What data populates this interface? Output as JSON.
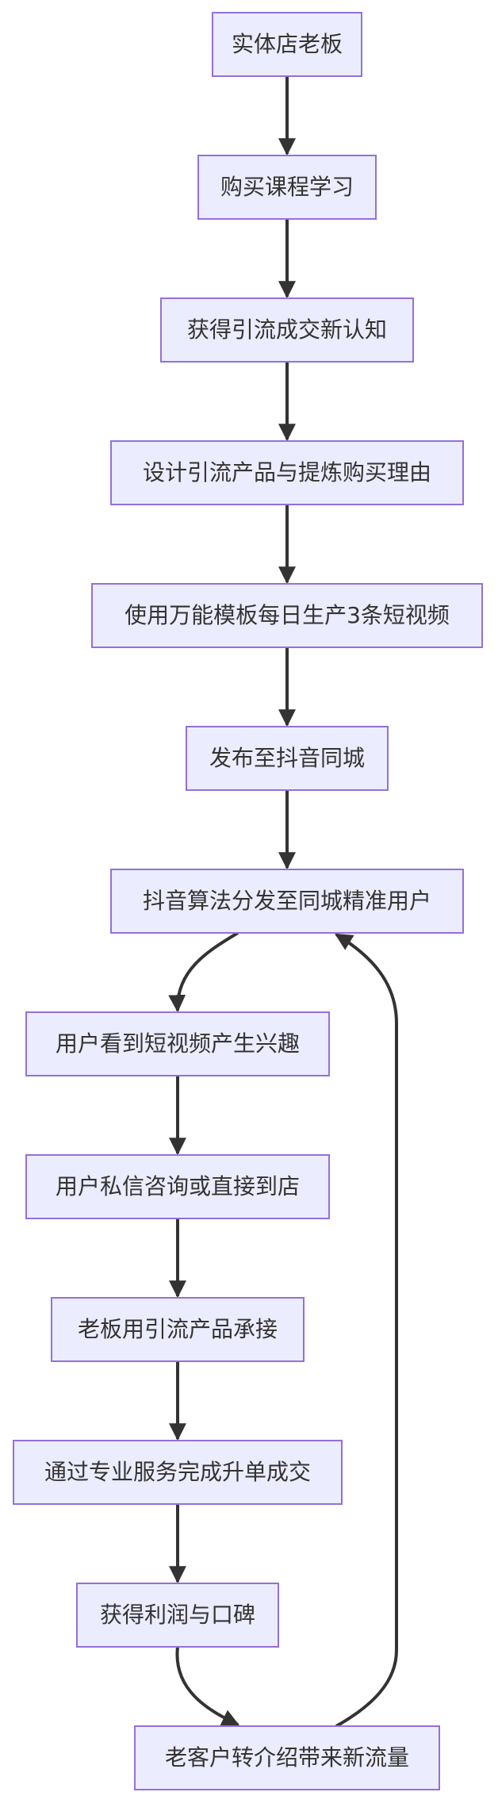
{
  "diagram": {
    "type": "flowchart",
    "nodes": [
      {
        "id": "n1",
        "label": "实体店老板"
      },
      {
        "id": "n2",
        "label": "购买课程学习"
      },
      {
        "id": "n3",
        "label": "获得引流成交新认知"
      },
      {
        "id": "n4",
        "label": "设计引流产品与提炼购买理由"
      },
      {
        "id": "n5",
        "label": "使用万能模板每日生产3条短视频"
      },
      {
        "id": "n6",
        "label": "发布至抖音同城"
      },
      {
        "id": "n7",
        "label": "抖音算法分发至同城精准用户"
      },
      {
        "id": "n8",
        "label": "用户看到短视频产生兴趣"
      },
      {
        "id": "n9",
        "label": "用户私信咨询或直接到店"
      },
      {
        "id": "n10",
        "label": "老板用引流产品承接"
      },
      {
        "id": "n11",
        "label": "通过专业服务完成升单成交"
      },
      {
        "id": "n12",
        "label": "获得利润与口碑"
      },
      {
        "id": "n13",
        "label": "老客户转介绍带来新流量"
      }
    ],
    "edges": [
      {
        "from": "n1",
        "to": "n2"
      },
      {
        "from": "n2",
        "to": "n3"
      },
      {
        "from": "n3",
        "to": "n4"
      },
      {
        "from": "n4",
        "to": "n5"
      },
      {
        "from": "n5",
        "to": "n6"
      },
      {
        "from": "n6",
        "to": "n7"
      },
      {
        "from": "n7",
        "to": "n8"
      },
      {
        "from": "n8",
        "to": "n9"
      },
      {
        "from": "n9",
        "to": "n10"
      },
      {
        "from": "n10",
        "to": "n11"
      },
      {
        "from": "n11",
        "to": "n12"
      },
      {
        "from": "n12",
        "to": "n13"
      },
      {
        "from": "n13",
        "to": "n7"
      }
    ]
  }
}
